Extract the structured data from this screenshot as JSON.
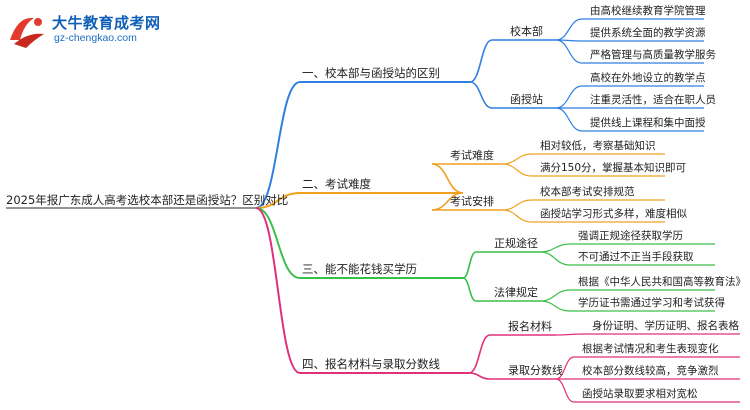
{
  "brand": {
    "title": "大牛教育成考网",
    "url": "gz-chengkao.com"
  },
  "colors": {
    "blue": "#2f7fe0",
    "orange": "#f0a020",
    "green": "#3cbf4a",
    "magenta": "#e0307a"
  },
  "mindmap": {
    "root": "2025年报广东成人高考选校本部还是函授站？区别对比",
    "branches": [
      {
        "label": "一、校本部与函授站的区别",
        "color": "#2f7fe0",
        "children": [
          {
            "label": "校本部",
            "leaves": [
              "由高校继续教育学院管理",
              "提供系统全面的教学资源",
              "严格管理与高质量教学服务"
            ]
          },
          {
            "label": "函授站",
            "leaves": [
              "高校在外地设立的教学点",
              "注重灵活性，适合在职人员",
              "提供线上课程和集中面授"
            ]
          }
        ]
      },
      {
        "label": "二、考试难度",
        "color": "#f0a020",
        "children": [
          {
            "label": "考试难度",
            "leaves": [
              "相对较低，考察基础知识",
              "满分150分，掌握基本知识即可"
            ]
          },
          {
            "label": "考试安排",
            "leaves": [
              "校本部考试安排规范",
              "函授站学习形式多样，难度相似"
            ]
          }
        ]
      },
      {
        "label": "三、能不能花钱买学历",
        "color": "#3cbf4a",
        "children": [
          {
            "label": "正规途径",
            "leaves": [
              "强调正规途径获取学历",
              "不可通过不正当手段获取"
            ]
          },
          {
            "label": "法律规定",
            "leaves": [
              "根据《中华人民共和国高等教育法》",
              "学历证书需通过学习和考试获得"
            ]
          }
        ]
      },
      {
        "label": "四、报名材料与录取分数线",
        "color": "#e0307a",
        "children": [
          {
            "label": "报名材料",
            "leaves": [
              "身份证明、学历证明、报名表格"
            ]
          },
          {
            "label": "录取分数线",
            "leaves": [
              "根据考试情况和考生表现变化",
              "校本部分数线较高，竞争激烈",
              "函授站录取要求相对宽松"
            ]
          }
        ]
      }
    ]
  }
}
